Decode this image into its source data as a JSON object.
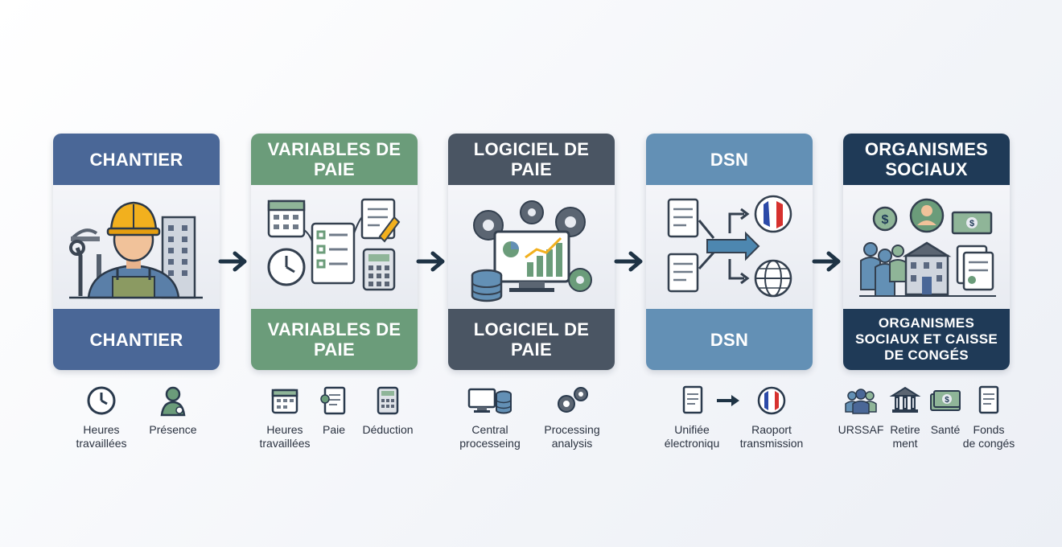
{
  "colors": {
    "chantier": "#4a6797",
    "variables": "#6b9c7a",
    "logiciel": "#4a5563",
    "dsn": "#6390b5",
    "organismes": "#1f3a57",
    "arrow": "#1e3345"
  },
  "steps": [
    {
      "title": "CHANTIER",
      "bottom": "CHANTIER"
    },
    {
      "title": "VARIABLES DE PAIE",
      "bottom": "VARIABLES DE PAIE"
    },
    {
      "title": "LOGICIEL DE PAIE",
      "bottom": "LOGICIEL DE PAIE"
    },
    {
      "title": "DSN",
      "bottom": "DSN"
    },
    {
      "title": "ORGANISMES SOCIAUX",
      "bottom": "ORGANISMES SOCIAUX ET CAISSE DE CONGÉS"
    }
  ],
  "details": {
    "chantier": [
      {
        "icon": "clock-icon",
        "label1": "Heures",
        "label2": "travaillées"
      },
      {
        "icon": "person-icon",
        "label1": "Présence",
        "label2": ""
      }
    ],
    "variables": [
      {
        "icon": "calendar-icon",
        "label1": "Heures",
        "label2": "travaillées"
      },
      {
        "icon": "document-icon",
        "label1": "Paie",
        "label2": ""
      },
      {
        "icon": "calculator-icon",
        "label1": "Déduction",
        "label2": ""
      }
    ],
    "logiciel": [
      {
        "icon": "computer-database-icon",
        "label1": "Central",
        "label2": "processeing"
      },
      {
        "icon": "gears-icon",
        "label1": "Processing",
        "label2": "analysis"
      }
    ],
    "dsn": [
      {
        "icon": "document-icon",
        "label1": "Unifiée",
        "label2": "électroniqu"
      },
      {
        "icon": "france-flag-icon",
        "label1": "Raoport",
        "label2": "transmission"
      }
    ],
    "organismes": [
      {
        "icon": "group-icon",
        "label1": "URSSAF",
        "label2": ""
      },
      {
        "icon": "bank-icon",
        "label1": "Retire",
        "label2": "ment"
      },
      {
        "icon": "money-icon",
        "label1": "Santé",
        "label2": ""
      },
      {
        "icon": "document-icon",
        "label1": "Fonds",
        "label2": "de congés"
      }
    ]
  }
}
